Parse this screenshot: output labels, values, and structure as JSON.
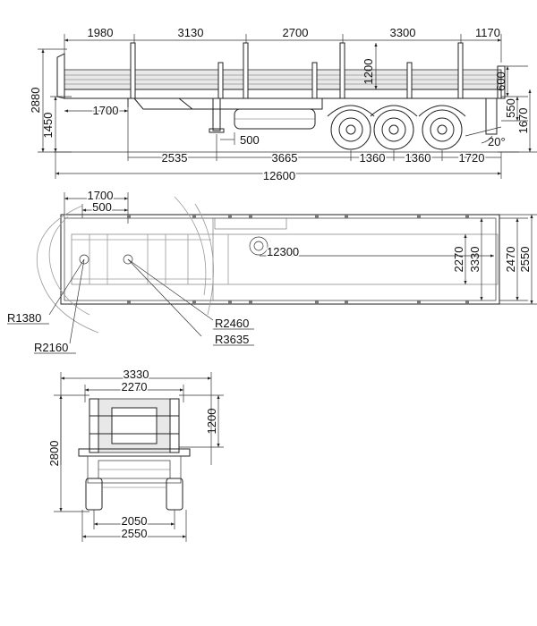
{
  "side_view": {
    "top_dims": [
      "1980",
      "3130",
      "2700",
      "3300",
      "1170"
    ],
    "stake_height": "1200",
    "total_height": "2880",
    "coupling_height": "1450",
    "king_pin_offset": "1700",
    "landing_gear_offset": "500",
    "rear_height_upper": "600",
    "rear_height_lower": "550",
    "rear_total_height": "1670",
    "departure_angle": "20°",
    "bottom_dims": [
      "2535",
      "3665",
      "1360",
      "1360",
      "1720"
    ],
    "total_length": "12600"
  },
  "top_view": {
    "king_pin_dim": "1700",
    "landing_gear_dim": "500",
    "inner_length": "12300",
    "inner_width": "2270",
    "outer_width": "3330",
    "width_2470": "2470",
    "width_2550": "2550",
    "radii": [
      "R1380",
      "R2160",
      "R2460",
      "R3635"
    ]
  },
  "front_view": {
    "width_3330": "3330",
    "width_2270": "2270",
    "stake_height": "1200",
    "height": "2800",
    "track_2050": "2050",
    "width_2550": "2550"
  }
}
